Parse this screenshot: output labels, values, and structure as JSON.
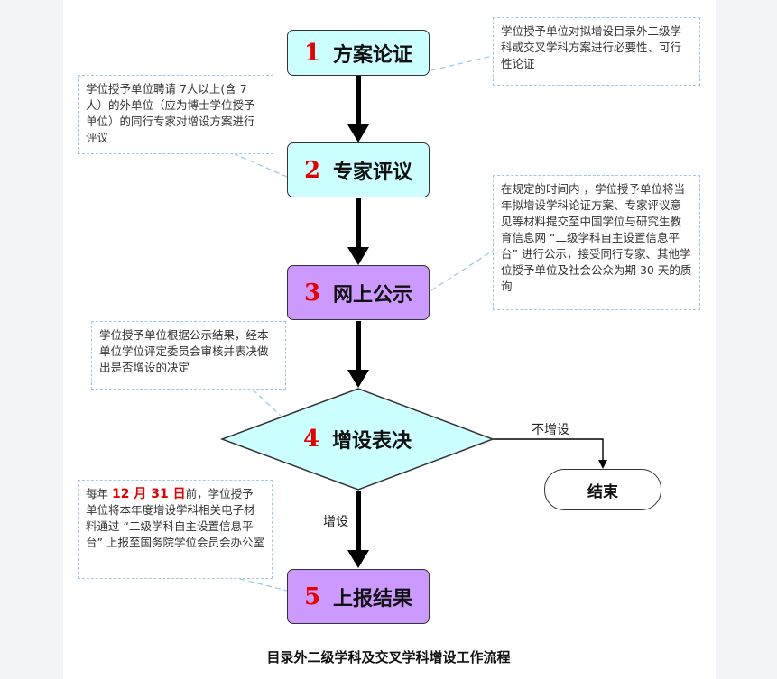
{
  "steps": [
    {
      "num": "1",
      "label": "方案论证"
    },
    {
      "num": "2",
      "label": "专家评议"
    },
    {
      "num": "3",
      "label": "网上公示"
    },
    {
      "num": "4",
      "label": "增设表决"
    },
    {
      "num": "5",
      "label": "上报结果"
    }
  ],
  "end": {
    "label": "结束"
  },
  "edges": {
    "no_add": "不增设",
    "add": "增设"
  },
  "notes": {
    "n1": "学位授予单位对拟增设目录外二级学科或交叉学科方案进行必要性、可行性论证",
    "n2": "学位授予单位聘请 7人以上(含 7 人）的外单位（应为博士学位授予单位）的同行专家对增设方案进行评议",
    "n3": "在规定的时间内 ，学位授予单位将当年拟增设学科论证方案、专家评议意见等材料提交至中国学位与研究生教育信息网 “二级学科自主设置信息平台” 进行公示，接受同行专家、其他学位授予单位及社会公众为期 30 天的质询",
    "n4": "学位授予单位根据公示结果，经本单位学位评定委员会审核并表决做出是否增设的决定",
    "n5_pre": "每年 ",
    "n5_date": "12 月 31 日",
    "n5_post": "前，学位授予单位将本年度增设学科相关电子材料通过 “二级学科自主设置信息平台” 上报至国务院学位会员会办公室"
  },
  "caption": "目录外二级学科及交叉学科增设工作流程",
  "colors": {
    "step_cyan": "#ccffff",
    "step_purple": "#cc99ff",
    "step_number": "#e60000",
    "note_border": "#9fc8e6",
    "arrow": "#000000"
  }
}
